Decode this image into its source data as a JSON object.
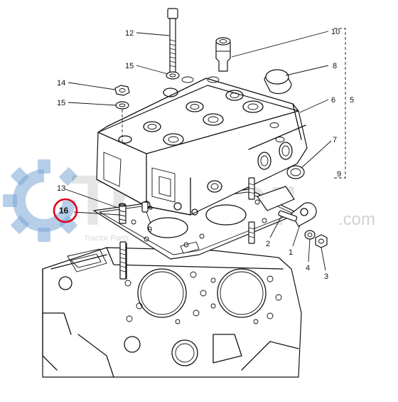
{
  "figure": {
    "callouts": {
      "c1": "1",
      "c2": "2",
      "c3": "3",
      "c4": "4",
      "c5": "5",
      "c6": "6",
      "c7": "7",
      "c8": "8",
      "c9a": "9",
      "c9b": "9",
      "c10": "10",
      "c12": "12",
      "c13": "13",
      "c14": "14",
      "c15a": "15",
      "c15b": "15",
      "c16": "16"
    },
    "highlight_color": "#e0001b",
    "watermark": {
      "brand": "Trakter",
      "domain": ".com",
      "tagline": "Tractor Parts",
      "gear_color": "#7aa6d6"
    }
  }
}
